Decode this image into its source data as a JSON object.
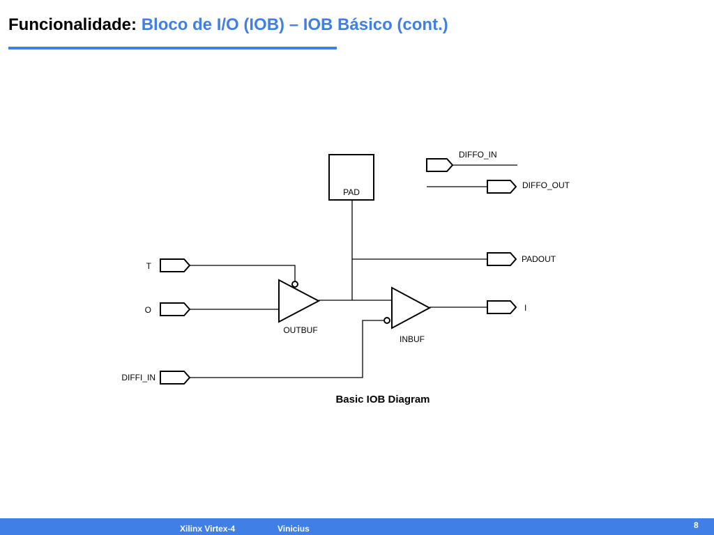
{
  "slide": {
    "title_lead": "Funcionalidade:",
    "title_sub": "Bloco de I/O (IOB) – IOB Básico (cont.)",
    "accent_color": "#3f7fe6"
  },
  "diagram": {
    "caption": "Basic IOB Diagram",
    "pad_label": "PAD",
    "outbuf_label": "OUTBUF",
    "inbuf_label": "INBUF",
    "ports": {
      "t": "T",
      "o": "O",
      "diffi_in": "DIFFI_IN",
      "diffo_in": "DIFFO_IN",
      "diffo_out": "DIFFO_OUT",
      "padout": "PADOUT",
      "i": "I"
    }
  },
  "footer": {
    "left": "Xilinx Virtex-4",
    "author": "Vinicius",
    "page": "8"
  }
}
